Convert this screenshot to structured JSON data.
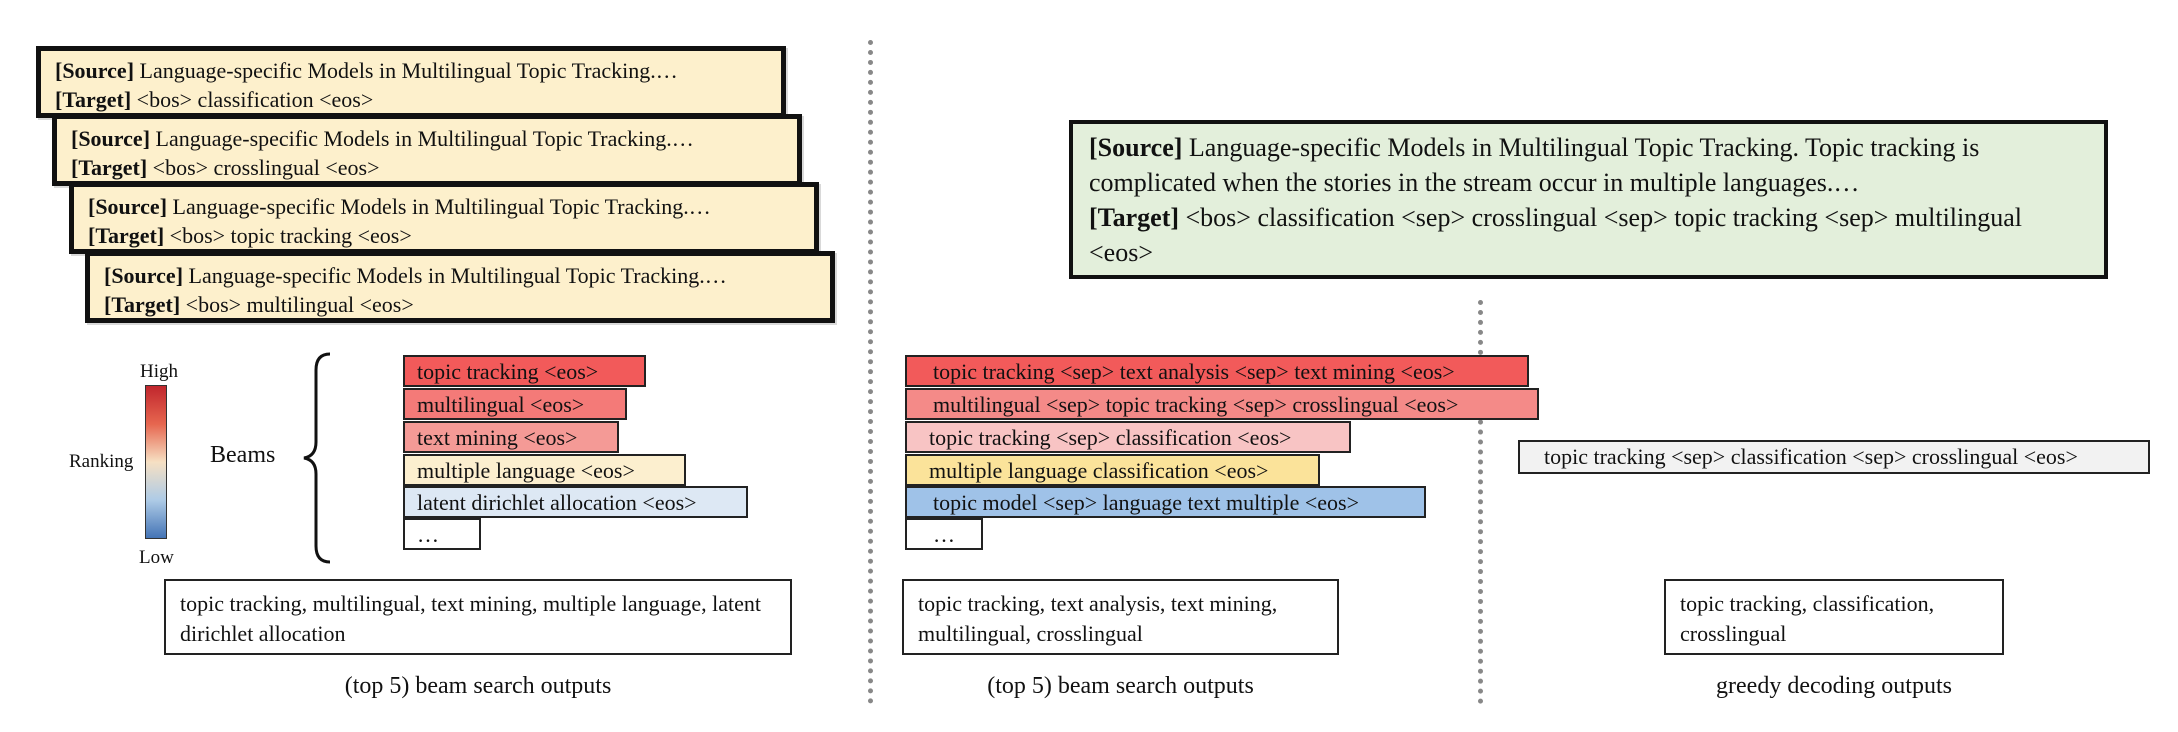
{
  "left_panel": {
    "cards": [
      {
        "source_label": "[Source]",
        "source_text": " Language-specific Models in Multilingual Topic Tracking.…",
        "target_label": "[Target]",
        "target_text": " <bos> classification <eos>"
      },
      {
        "source_label": "[Source]",
        "source_text": " Language-specific Models in Multilingual Topic Tracking.…",
        "target_label": "[Target]",
        "target_text": " <bos> crosslingual <eos>"
      },
      {
        "source_label": "[Source]",
        "source_text": " Language-specific Models in Multilingual Topic Tracking.…",
        "target_label": "[Target]",
        "target_text": " <bos> topic tracking <eos>"
      },
      {
        "source_label": "[Source]",
        "source_text": " Language-specific Models in Multilingual Topic Tracking.…",
        "target_label": "[Target]",
        "target_text": " <bos> multilingual <eos>"
      }
    ],
    "ranking": {
      "high": "High",
      "label": "Ranking",
      "low": "Low"
    },
    "beams_label": "Beams",
    "beams": [
      {
        "text": "topic tracking <eos>",
        "color": "#f25a5a"
      },
      {
        "text": "multilingual <eos>",
        "color": "#f47a78"
      },
      {
        "text": "text mining <eos>",
        "color": "#f49a96"
      },
      {
        "text": "multiple language <eos>",
        "color": "#fcefcf"
      },
      {
        "text": "latent dirichlet allocation <eos>",
        "color": "#dde8f4"
      },
      {
        "text": "…",
        "color": "#ffffff"
      }
    ],
    "output": "topic tracking, multilingual, text mining, multiple language, latent dirichlet allocation",
    "caption": "(top 5) beam search outputs"
  },
  "right_panel": {
    "card": {
      "source_label": "[Source]",
      "source_text": " Language-specific Models in Multilingual Topic Tracking. Topic tracking is complicated when the stories in the stream occur in multiple languages.…",
      "target_label": "[Target]",
      "target_text": " <bos> classification <sep> crosslingual <sep> topic tracking <sep> multilingual <eos>"
    },
    "beams": [
      {
        "text": "topic tracking <sep> text analysis <sep> text mining <eos>",
        "color": "#f25a5a"
      },
      {
        "text": "multilingual <sep> topic tracking <sep> crosslingual <eos>",
        "color": "#f48a88"
      },
      {
        "text": "topic tracking <sep> classification <eos>",
        "color": "#f8c4c4"
      },
      {
        "text": "multiple language classification <eos>",
        "color": "#fbe39a"
      },
      {
        "text": "topic model <sep> language text multiple <eos>",
        "color": "#9fc2e8"
      },
      {
        "text": "…",
        "color": "#ffffff"
      }
    ],
    "beam_output": "topic tracking, text analysis, text mining, multilingual, crosslingual",
    "beam_caption": "(top 5) beam search outputs",
    "greedy": {
      "text": "topic tracking <sep> classification <sep> crosslingual <eos>",
      "color": "#f2f2f2"
    },
    "greedy_output": "topic tracking, classification, crosslingual",
    "greedy_caption": "greedy decoding outputs"
  },
  "colors": {
    "card_yellow": "#fdf0cc",
    "card_green": "#e3efdb",
    "divider": "#888888"
  }
}
